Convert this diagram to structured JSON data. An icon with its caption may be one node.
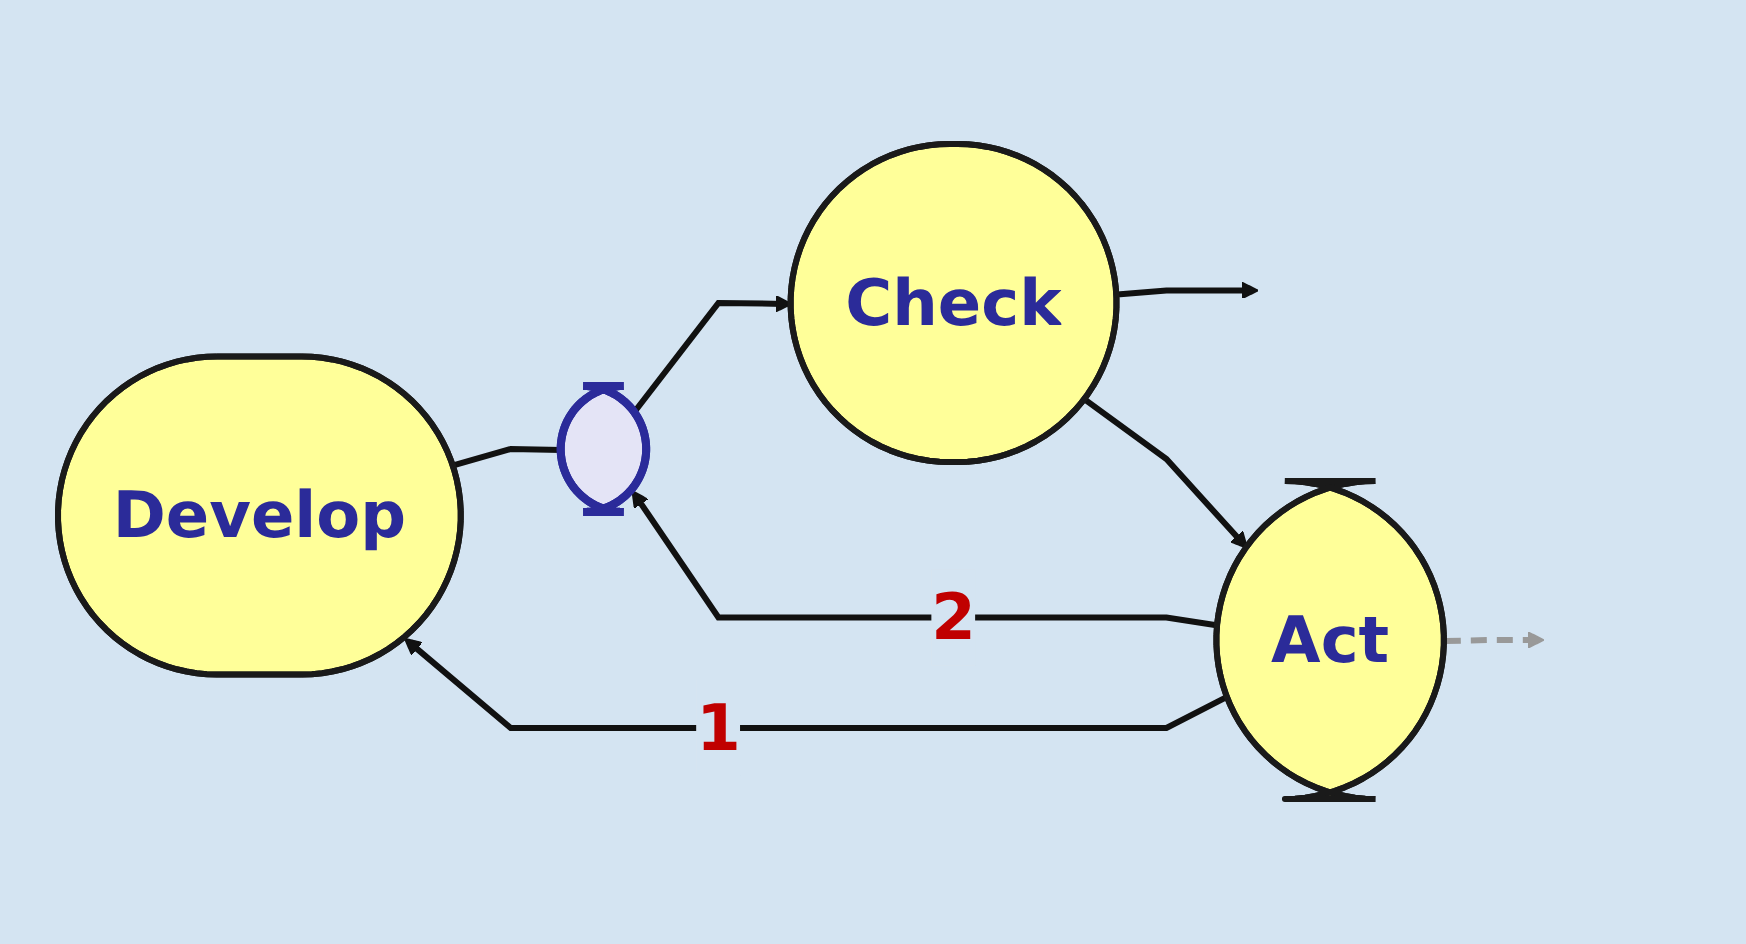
{
  "diagram": {
    "nodes": [
      {
        "text": [
          "Develop"
        ]
      },
      {
        "text": [],
        "shape": "ellipse"
      },
      {
        "text": [
          "Check"
        ]
      },
      {
        "text": [
          "Act"
        ]
      }
    ],
    "edges": [
      {
        "from": 0,
        "to": 1,
        "arrow": "none"
      },
      {
        "from": 1,
        "to": 2,
        "arrow": "to"
      },
      {
        "from": 2,
        "to": null,
        "arrow": "to"
      },
      {
        "from": 2,
        "to": 3,
        "arrow": "to"
      },
      {
        "from": 3,
        "to": 0,
        "arrow": "to",
        "label": "1"
      },
      {
        "from": 3,
        "to": 1,
        "arrow": "to",
        "label": "2"
      },
      {
        "from": 3,
        "to": null,
        "arrow": "to",
        "style": "dashed",
        "color": "#999999"
      }
    ]
  }
}
